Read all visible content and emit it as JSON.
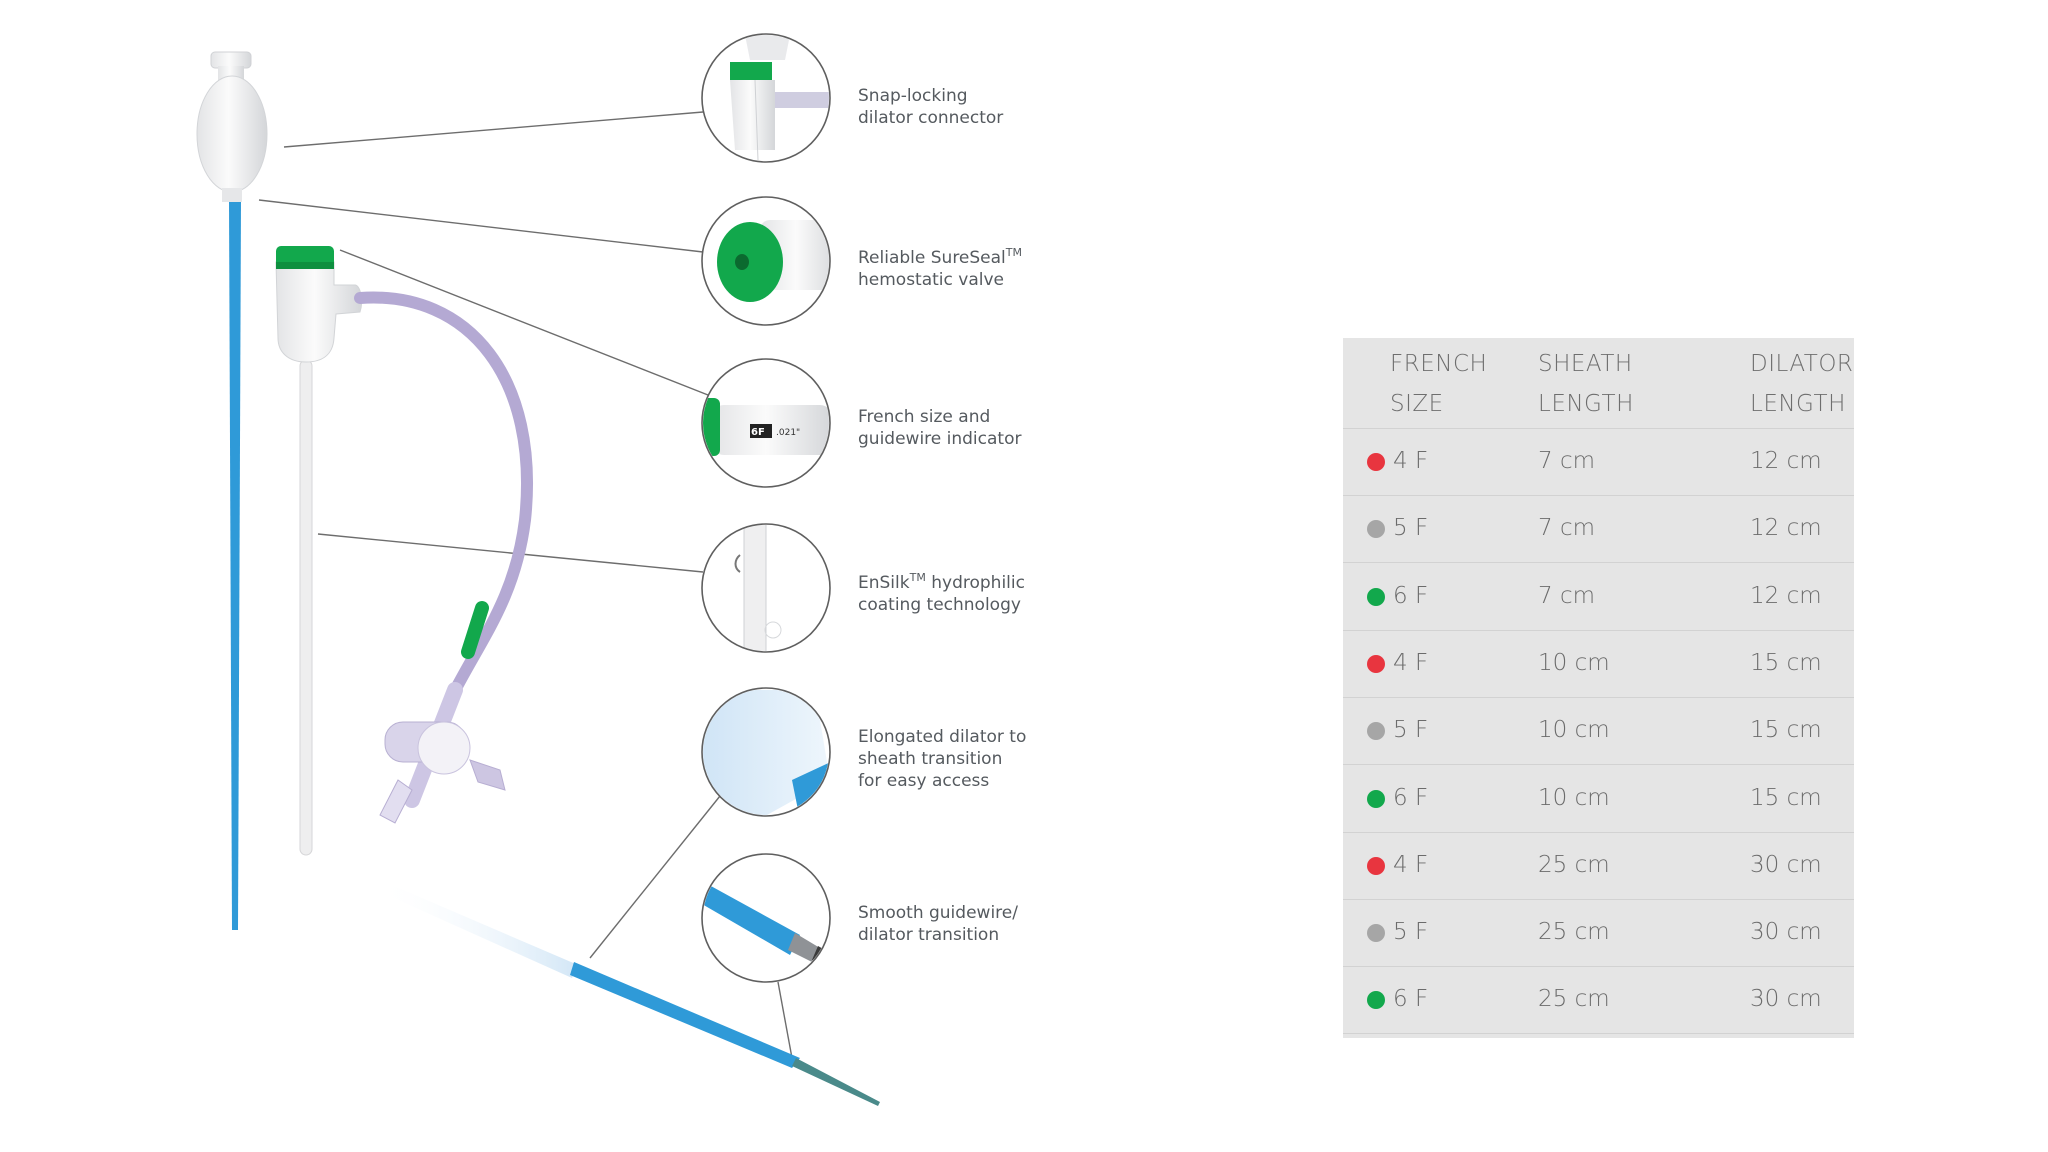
{
  "callouts": [
    {
      "lines": [
        "Snap-locking",
        "dilator connector"
      ]
    },
    {
      "lines": [
        "Reliable SureSeal",
        "hemostatic valve"
      ],
      "sup": "TM"
    },
    {
      "lines": [
        "French size and",
        "guidewire indicator"
      ],
      "indicator": {
        "size": "6F",
        "wire": ".021\""
      }
    },
    {
      "lines": [
        "EnSilk",
        "coating technology"
      ],
      "sup": "TM",
      "after_sup": " hydrophilic"
    },
    {
      "lines": [
        "Elongated dilator to",
        "sheath transition",
        "for easy access"
      ]
    },
    {
      "lines": [
        "Smooth guidewire/",
        "dilator transition"
      ]
    }
  ],
  "table": {
    "headers": [
      [
        "FRENCH",
        "SIZE"
      ],
      [
        "SHEATH",
        "LENGTH"
      ],
      [
        "DILATOR",
        "LENGTH"
      ]
    ],
    "rows": [
      {
        "french": "4 F",
        "sheath": "7 cm",
        "dilator": "12 cm",
        "color": "#e8353f"
      },
      {
        "french": "5 F",
        "sheath": "7 cm",
        "dilator": "12 cm",
        "color": "#a6a6a6"
      },
      {
        "french": "6 F",
        "sheath": "7 cm",
        "dilator": "12 cm",
        "color": "#12a84c"
      },
      {
        "french": "4 F",
        "sheath": "10 cm",
        "dilator": "15 cm",
        "color": "#e8353f"
      },
      {
        "french": "5 F",
        "sheath": "10 cm",
        "dilator": "15 cm",
        "color": "#a6a6a6"
      },
      {
        "french": "6 F",
        "sheath": "10 cm",
        "dilator": "15 cm",
        "color": "#12a84c"
      },
      {
        "french": "4 F",
        "sheath": "25 cm",
        "dilator": "30 cm",
        "color": "#e8353f"
      },
      {
        "french": "5 F",
        "sheath": "25 cm",
        "dilator": "30 cm",
        "color": "#a6a6a6"
      },
      {
        "french": "6 F",
        "sheath": "25 cm",
        "dilator": "30 cm",
        "color": "#12a84c"
      }
    ]
  },
  "colors": {
    "guidewire_blue": "#2f9ad8",
    "brand_green": "#12a84c",
    "tubing_purple": "#a99cc8"
  }
}
